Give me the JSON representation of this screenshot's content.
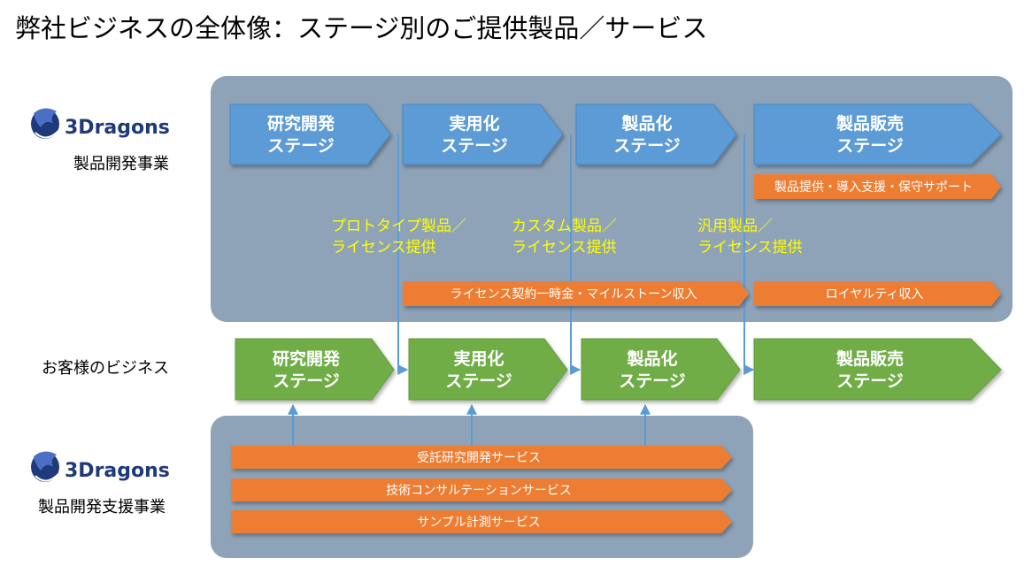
{
  "title": "弊社ビジネスの全体像：ステージ別のご提供製品／サービス",
  "logos": {
    "top_text": "3Dragons",
    "bottom_text": "3Dragons"
  },
  "side_labels": {
    "product_dev": "製品開発事業",
    "customer_business": "お客様のビジネス",
    "dev_support": "製品開発支援事業"
  },
  "top_stages": [
    {
      "line1": "研究開発",
      "line2": "ステージ"
    },
    {
      "line1": "実用化",
      "line2": "ステージ"
    },
    {
      "line1": "製品化",
      "line2": "ステージ"
    },
    {
      "line1": "製品販売",
      "line2": "ステージ"
    }
  ],
  "customer_stages": [
    {
      "line1": "研究開発",
      "line2": "ステージ"
    },
    {
      "line1": "実用化",
      "line2": "ステージ"
    },
    {
      "line1": "製品化",
      "line2": "ステージ"
    },
    {
      "line1": "製品販売",
      "line2": "ステージ"
    }
  ],
  "top_bars": {
    "support": "製品提供・導入支援・保守サポート",
    "license_income": "ライセンス契約一時金・マイルストーン収入",
    "royalty": "ロイヤルティ収入"
  },
  "offerings": [
    {
      "line1": "プロトタイプ製品／",
      "line2": "ライセンス提供"
    },
    {
      "line1": "カスタム製品／",
      "line2": "ライセンス提供"
    },
    {
      "line1": "汎用製品／",
      "line2": "ライセンス提供"
    }
  ],
  "services": [
    "受託研究開発サービス",
    "技術コンサルテーションサービス",
    "サンプル計測サービス"
  ],
  "colors": {
    "panel": "#8fa3b8",
    "blue_stage": "#5b9bd5",
    "green_stage": "#70ad47",
    "orange_bar": "#ed7d31",
    "offering_text": "#ffff00",
    "connector": "#5b9bd5"
  }
}
